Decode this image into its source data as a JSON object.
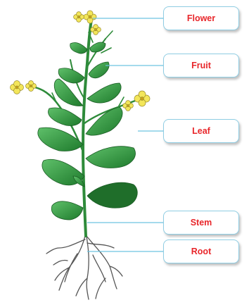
{
  "labels": {
    "flower": "Flower",
    "fruit": "Fruit",
    "leaf": "Leaf",
    "stem": "Stem",
    "root": "Root"
  },
  "colors": {
    "label_text": "#e8262a",
    "label_border": "#8fcde3",
    "leader_line": "#6ec3e0",
    "leaf_green": "#2f9a3e",
    "flower_yellow": "#f3e65a"
  }
}
